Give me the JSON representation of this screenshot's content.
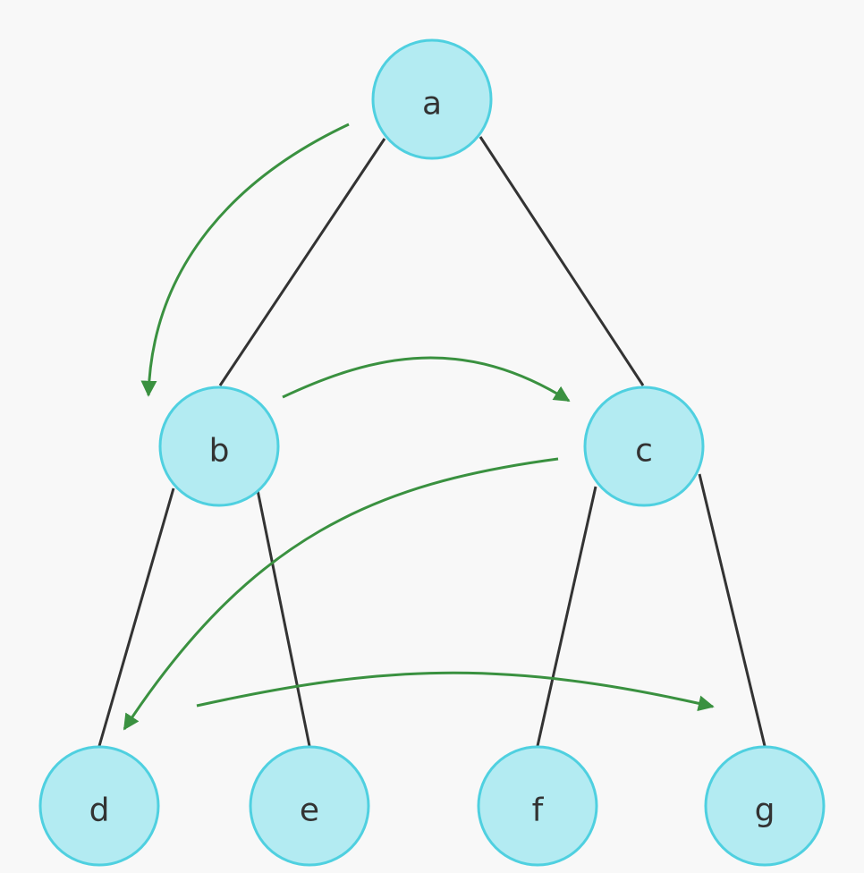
{
  "diagram": {
    "type": "binary-tree",
    "nodes": [
      {
        "id": "a",
        "label": "a"
      },
      {
        "id": "b",
        "label": "b"
      },
      {
        "id": "c",
        "label": "c"
      },
      {
        "id": "d",
        "label": "d"
      },
      {
        "id": "e",
        "label": "e"
      },
      {
        "id": "f",
        "label": "f"
      },
      {
        "id": "g",
        "label": "g"
      }
    ],
    "edges": [
      {
        "from": "a",
        "to": "b"
      },
      {
        "from": "a",
        "to": "c"
      },
      {
        "from": "b",
        "to": "d"
      },
      {
        "from": "b",
        "to": "e"
      },
      {
        "from": "c",
        "to": "f"
      },
      {
        "from": "c",
        "to": "g"
      }
    ],
    "traversal_arrows": [
      {
        "from": "a",
        "to": "b"
      },
      {
        "from": "b",
        "to": "c"
      },
      {
        "from": "c",
        "to": "d"
      },
      {
        "from": "d",
        "to": "g"
      }
    ],
    "colors": {
      "background": "#f8f8f8",
      "node_fill": "#b3ebf2",
      "node_stroke": "#4fd0e0",
      "edge": "#333333",
      "arrow": "#3a9140",
      "label": "#333333"
    }
  }
}
